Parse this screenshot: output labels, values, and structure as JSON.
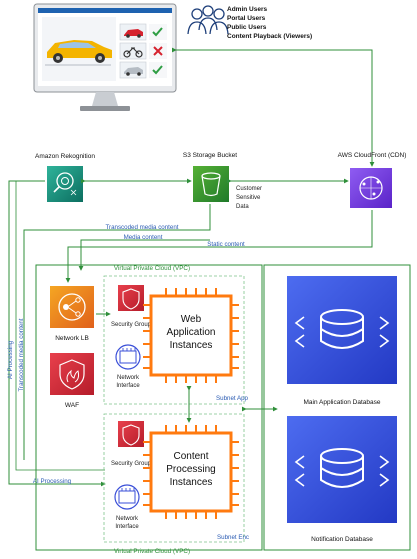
{
  "users": {
    "lines": [
      "Admin Users",
      "Portal Users",
      "Public Users",
      "Content Playback (Viewers)"
    ]
  },
  "services": {
    "rekognition": "Amazon Rekognition",
    "s3": "S3 Storage Bucket",
    "cloudfront": "AWS CloudFront (CDN)",
    "s3_note": [
      "Customer",
      "Sensitive",
      "Data"
    ]
  },
  "flows": {
    "transcoded": "Transcoded media content",
    "media": "Media content",
    "static": "Static content",
    "ai_processing": "AI Processing"
  },
  "vpc": {
    "label": "Virtual Private Cloud (VPC)"
  },
  "components": {
    "network_lb": "Network LB",
    "waf": "WAF",
    "security_group": "Security Group",
    "network_interface": [
      "Network",
      "Interface"
    ],
    "web_app": [
      "Web",
      "Application",
      "Instances"
    ],
    "content_proc": [
      "Content",
      "Processing",
      "Instances"
    ],
    "subnet_app": "Subnet App",
    "subnet_enc": "Subnet Enc"
  },
  "databases": {
    "main": "Main Application Database",
    "notification": "Notification Database"
  },
  "colors": {
    "green": "#2f8f3a",
    "orange": "#ff7a0f",
    "red": "#d6232f",
    "purple": "#7b3fe4",
    "blue_db": "#3a4fd8",
    "monitor_blue": "#1e62b0"
  }
}
